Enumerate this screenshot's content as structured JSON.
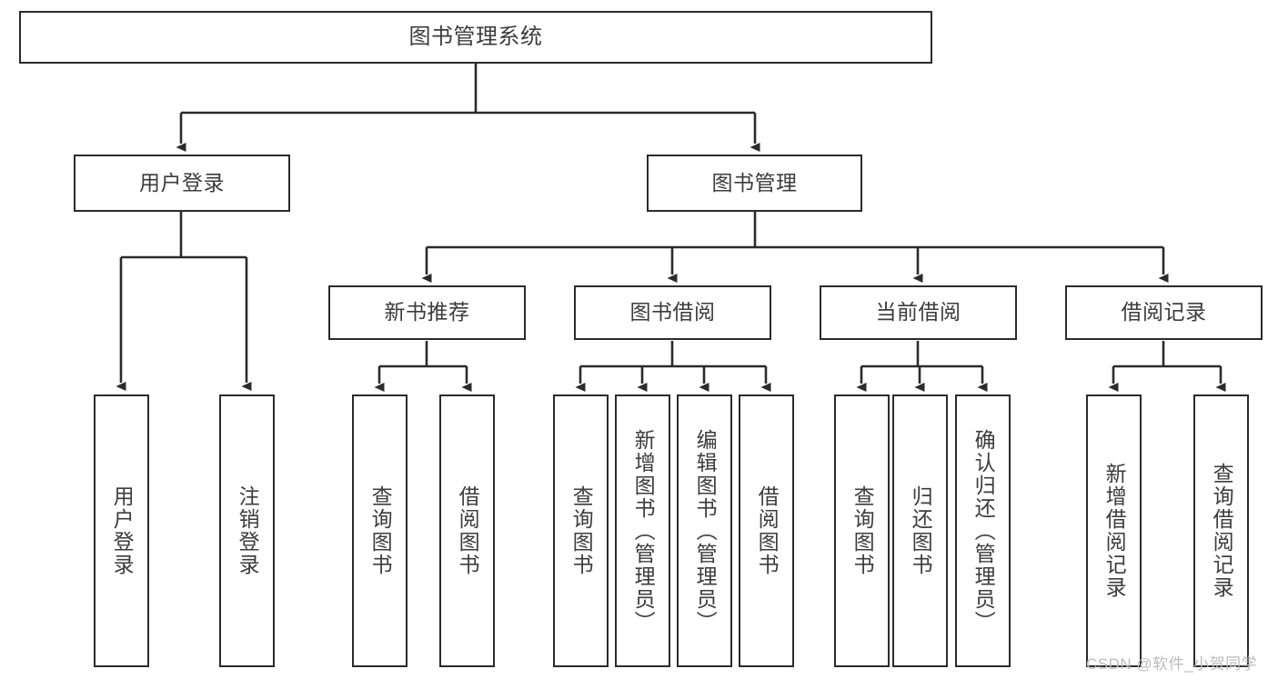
{
  "diagram": {
    "title": "图书管理系统",
    "type": "tree-hierarchy-diagram",
    "colors": {
      "box_border": "#2b2b2b",
      "box_fill": "#ffffff",
      "text": "#3c3c3c",
      "connector": "#2b2b2b",
      "watermark": "#bcbcbc",
      "background": "#ffffff"
    },
    "root": {
      "label": "图书管理系统"
    },
    "level2": [
      {
        "label": "用户登录"
      },
      {
        "label": "图书管理"
      }
    ],
    "level3": [
      {
        "label": "新书推荐"
      },
      {
        "label": "图书借阅"
      },
      {
        "label": "当前借阅"
      },
      {
        "label": "借阅记录"
      }
    ],
    "leaves": {
      "user_login": [
        {
          "label": "用户登录"
        },
        {
          "label": "注销登录"
        }
      ],
      "new_book_recommend": [
        {
          "label": "查询图书"
        },
        {
          "label": "借阅图书"
        }
      ],
      "book_borrow": [
        {
          "label": "查询图书"
        },
        {
          "label": "新增图书（管理员）"
        },
        {
          "label": "编辑图书（管理员）"
        },
        {
          "label": "借阅图书"
        }
      ],
      "current_borrow": [
        {
          "label": "查询图书"
        },
        {
          "label": "归还图书"
        },
        {
          "label": "确认归还（管理员）"
        }
      ],
      "borrow_record": [
        {
          "label": "新增借阅记录"
        },
        {
          "label": "查询借阅记录"
        }
      ]
    },
    "watermark": "CSDN @软件_小贺同学"
  }
}
